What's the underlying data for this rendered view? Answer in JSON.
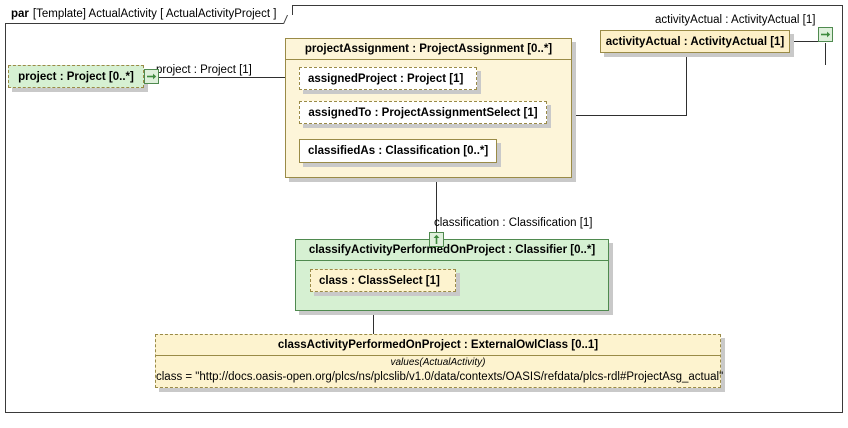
{
  "frame": {
    "keyword": "par",
    "label": "[Template] ActualActivity [ ActualActivityProject ]"
  },
  "parts": {
    "project": {
      "title": "project : Project [0..*]"
    },
    "project_assignment": {
      "title": "projectAssignment : ProjectAssignment [0..*]",
      "properties": [
        {
          "title": "assignedProject : Project [1]"
        },
        {
          "title": "assignedTo : ProjectAssignmentSelect [1]"
        },
        {
          "title": "classifiedAs : Classification [0..*]"
        }
      ]
    },
    "activity_actual": {
      "title": "activityActual : ActivityActual [1]"
    },
    "classify_activity": {
      "title": "classifyActivityPerformedOnProject : Classifier [0..*]",
      "properties": [
        {
          "title": "class : ClassSelect [1]"
        }
      ]
    },
    "class_activity": {
      "title": "classActivityPerformedOnProject : ExternalOwlClass [0..1]",
      "values_stereotype": "values(ActualActivity)",
      "values_line": "class = \"http://docs.oasis-open.org/plcs/ns/plcslib/v1.0/data/contexts/OASIS/refdata/plcs-rdl#ProjectAsg_actual\""
    }
  },
  "edge_labels": {
    "project": "project : Project [1]",
    "activity_actual": "activityActual : ActivityActual [1]",
    "classification": "classification : Classification [1]"
  },
  "icons": {
    "port_right": "port-arrow-right-icon",
    "port_up": "port-arrow-up-icon"
  },
  "colors": {
    "frame_border": "#3a3a3a",
    "yellow_fill": "#fdf0c8",
    "yellow_border": "#9a8b47",
    "green_fill": "#d6f0d2",
    "green_border": "#4f8a4f",
    "connector": "#2f2f2f",
    "shadow": "#c9c9c9"
  }
}
